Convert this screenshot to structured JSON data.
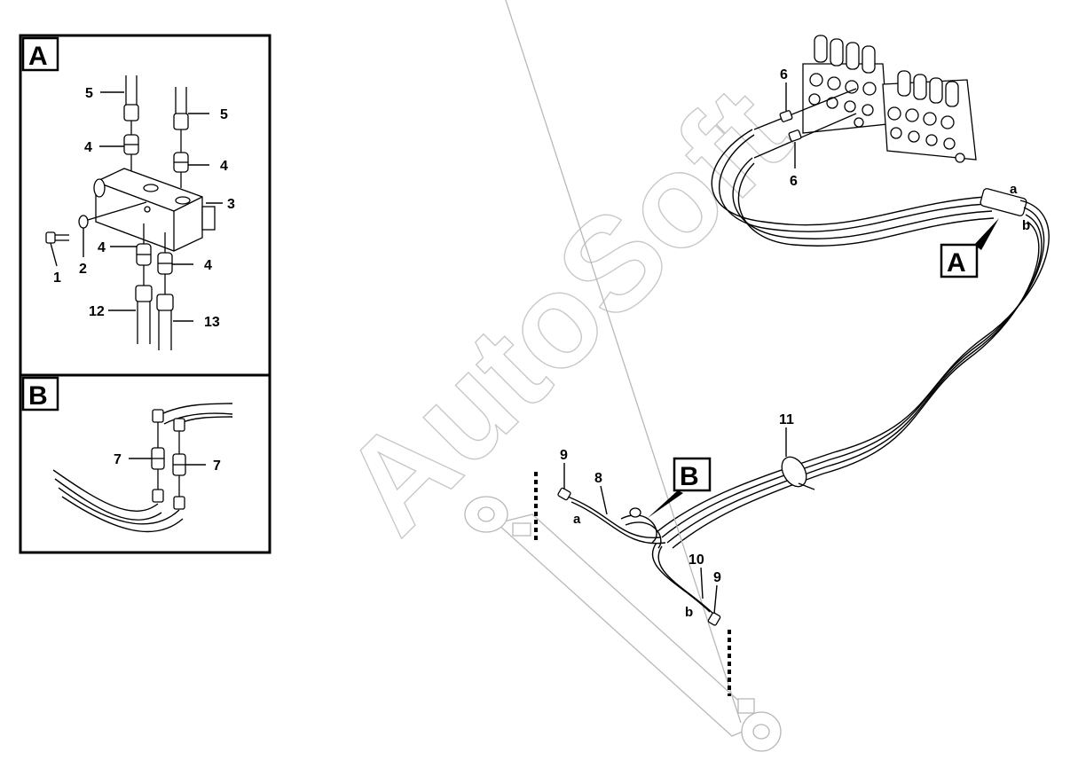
{
  "detail_views": {
    "a": {
      "title": "A",
      "callouts": {
        "c1": "1",
        "c2": "2",
        "c3": "3",
        "c4a": "4",
        "c4b": "4",
        "c4c": "4",
        "c4d": "4",
        "c5a": "5",
        "c5b": "5",
        "c12": "12",
        "c13": "13"
      }
    },
    "b": {
      "title": "B",
      "callouts": {
        "c7a": "7",
        "c7b": "7"
      }
    }
  },
  "main_view": {
    "watermark": "AutoSoft",
    "view_refs": {
      "a": "A",
      "b": "B"
    },
    "callouts": {
      "c6a": "6",
      "c6b": "6",
      "c8": "8",
      "c9a": "9",
      "c9b": "9",
      "c10": "10",
      "c11": "11"
    },
    "hose_ends": {
      "a_top": "a",
      "b_top": "b",
      "a_bottom": "a",
      "b_bottom": "b"
    }
  }
}
